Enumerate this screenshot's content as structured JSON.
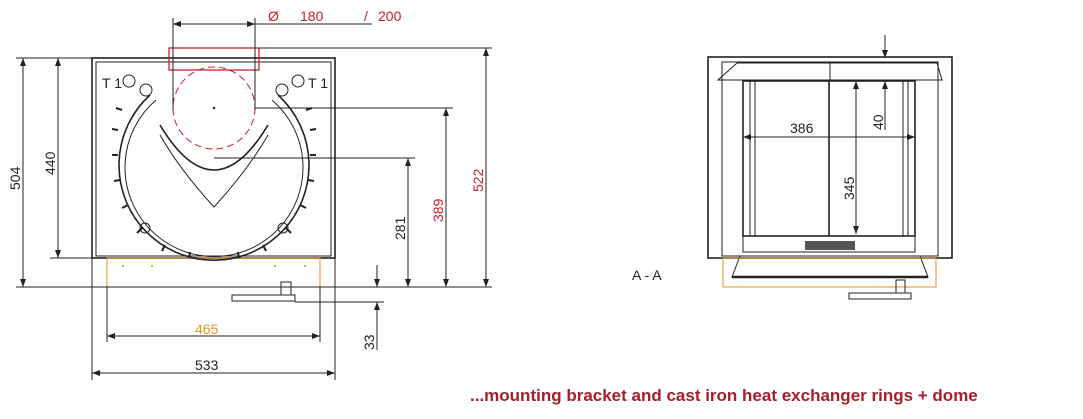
{
  "front_view": {
    "flue_diameter_prefix": "Ø",
    "flue_diameter_a": "180",
    "flue_diameter_sep": "/",
    "flue_diameter_b": "200",
    "sensor_left": "T 1",
    "sensor_right": "T 1",
    "dim_total_height": "504",
    "dim_body_height": "440",
    "dim_center_height": "281",
    "dim_flue_center_height": "389",
    "dim_flue_top_height": "522",
    "dim_foot": "33",
    "dim_base_width": "465",
    "dim_total_width": "533"
  },
  "section_view": {
    "label": "A -  A",
    "dim_width": "386",
    "dim_height": "345",
    "dim_top": "40"
  },
  "caption": "...mounting bracket and cast iron heat exchanger rings + dome",
  "colors": {
    "red": "#c8202a",
    "orange": "#e8902a",
    "caption": "#a31f2b"
  }
}
